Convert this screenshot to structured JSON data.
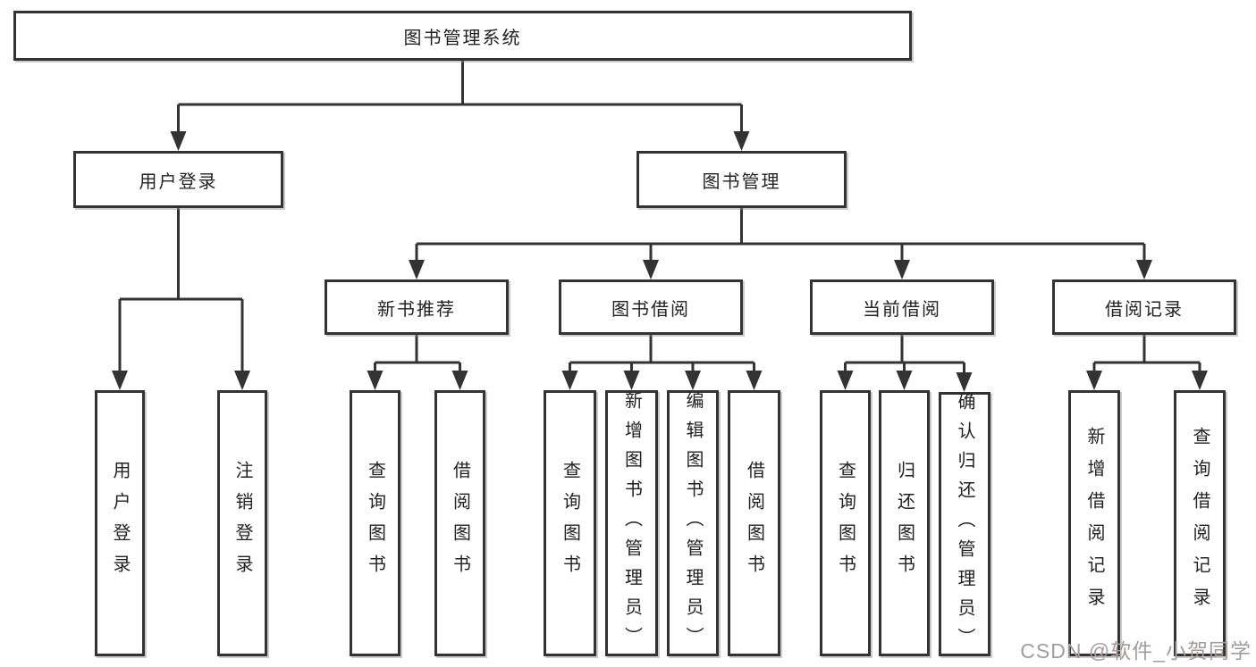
{
  "watermark": "CSDN @软件_小贺同学",
  "tree": {
    "root": {
      "label": "图书管理系统"
    },
    "children": [
      {
        "label": "用户登录",
        "children": [
          {
            "label": "用户登录"
          },
          {
            "label": "注销登录"
          }
        ]
      },
      {
        "label": "图书管理",
        "children": [
          {
            "label": "新书推荐",
            "children": [
              {
                "label": "查询图书"
              },
              {
                "label": "借阅图书"
              }
            ]
          },
          {
            "label": "图书借阅",
            "children": [
              {
                "label": "查询图书"
              },
              {
                "label": "新增图书（管理员）"
              },
              {
                "label": "编辑图书（管理员）"
              },
              {
                "label": "借阅图书"
              }
            ]
          },
          {
            "label": "当前借阅",
            "children": [
              {
                "label": "查询图书"
              },
              {
                "label": "归还图书"
              },
              {
                "label": "确认归还（管理员）"
              }
            ]
          },
          {
            "label": "借阅记录",
            "children": [
              {
                "label": "新增借阅记录"
              },
              {
                "label": "查询借阅记录"
              }
            ]
          }
        ]
      }
    ]
  },
  "colors": {
    "line": "#333333",
    "box_fill": "#ffffff",
    "text": "#222222",
    "watermark": "#a49c9c"
  }
}
